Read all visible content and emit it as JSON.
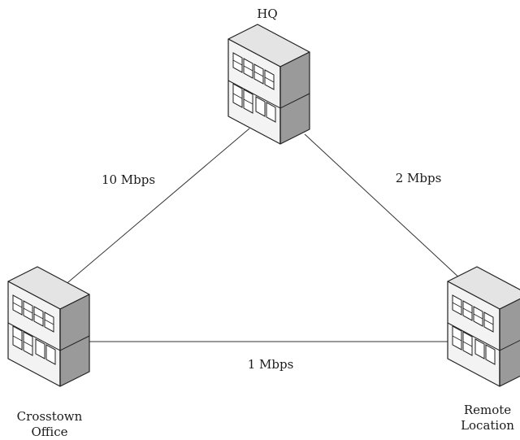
{
  "nodes": {
    "hq": {
      "label_lines": [
        "HQ"
      ]
    },
    "crosstown": {
      "label_lines": [
        "Crosstown",
        "Office"
      ]
    },
    "remote": {
      "label_lines": [
        "Remote",
        "Location"
      ]
    }
  },
  "links": {
    "hq_crosstown": {
      "bandwidth": "10 Mbps"
    },
    "hq_remote": {
      "bandwidth": "2 Mbps"
    },
    "crosstown_remote": {
      "bandwidth": "1 Mbps"
    }
  },
  "colors": {
    "line": "#333333",
    "building_top": "#e4e4e4",
    "building_front": "#f3f3f3",
    "building_side": "#9a9a9a",
    "window_fill": "#ffffff",
    "outline": "#222222"
  }
}
